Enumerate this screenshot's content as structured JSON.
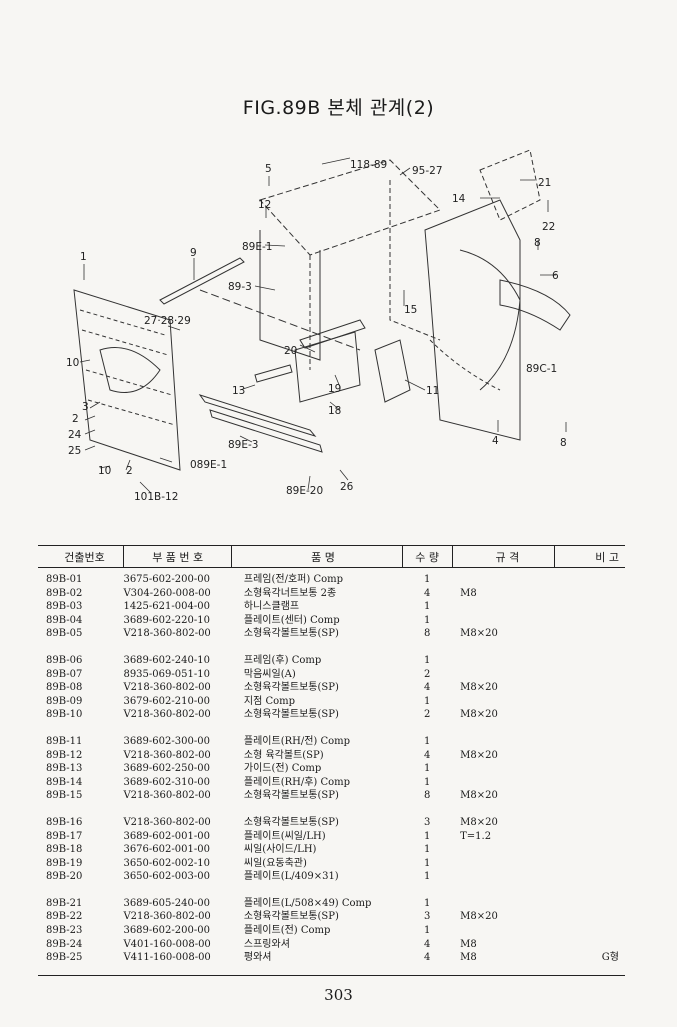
{
  "title": "FIG.89B 본체 관계(2)",
  "headers": [
    "건출번호",
    "부 품 번 호",
    "품 명",
    "수 량",
    "규 격",
    "비 고"
  ],
  "diagram_labels": [
    "5",
    "118-89",
    "95-27",
    "21",
    "14",
    "12",
    "22",
    "8",
    "9",
    "1",
    "89E-1",
    "6",
    "89-3",
    "15",
    "27·28·29",
    "20",
    "89C-1",
    "10",
    "11",
    "13",
    "3",
    "19",
    "18",
    "2",
    "24",
    "4",
    "8",
    "89E-3",
    "25",
    "089E-1",
    "10",
    "2",
    "26",
    "101B-12",
    "89E-20"
  ],
  "groups": [
    [
      {
        "code": "89B-01",
        "part": "3675-602-200-00",
        "name": "프레임(전/호퍼) Comp",
        "qty": "1",
        "spec": "",
        "note": ""
      },
      {
        "code": "89B-02",
        "part": "V304-260-008-00",
        "name": "소형육각너트보통 2종",
        "qty": "4",
        "spec": "M8",
        "note": ""
      },
      {
        "code": "89B-03",
        "part": "1425-621-004-00",
        "name": "하니스클램프",
        "qty": "1",
        "spec": "",
        "note": ""
      },
      {
        "code": "89B-04",
        "part": "3689-602-220-10",
        "name": "플레이트(센터) Comp",
        "qty": "1",
        "spec": "",
        "note": ""
      },
      {
        "code": "89B-05",
        "part": "V218-360-802-00",
        "name": "소형육각볼트보통(SP)",
        "qty": "8",
        "spec": "M8×20",
        "note": ""
      }
    ],
    [
      {
        "code": "89B-06",
        "part": "3689-602-240-10",
        "name": "프레임(후) Comp",
        "qty": "1",
        "spec": "",
        "note": ""
      },
      {
        "code": "89B-07",
        "part": "8935-069-051-10",
        "name": "막음씨일(A)",
        "qty": "2",
        "spec": "",
        "note": ""
      },
      {
        "code": "89B-08",
        "part": "V218-360-802-00",
        "name": "소형육각볼트보통(SP)",
        "qty": "4",
        "spec": "M8×20",
        "note": ""
      },
      {
        "code": "89B-09",
        "part": "3679-602-210-00",
        "name": "지점 Comp",
        "qty": "1",
        "spec": "",
        "note": ""
      },
      {
        "code": "89B-10",
        "part": "V218-360-802-00",
        "name": "소형육각볼트보통(SP)",
        "qty": "2",
        "spec": "M8×20",
        "note": ""
      }
    ],
    [
      {
        "code": "89B-11",
        "part": "3689-602-300-00",
        "name": "플레이트(RH/전) Comp",
        "qty": "1",
        "spec": "",
        "note": ""
      },
      {
        "code": "89B-12",
        "part": "V218-360-802-00",
        "name": "소형 육각볼트(SP)",
        "qty": "4",
        "spec": "M8×20",
        "note": ""
      },
      {
        "code": "89B-13",
        "part": "3689-602-250-00",
        "name": "가이드(전) Comp",
        "qty": "1",
        "spec": "",
        "note": ""
      },
      {
        "code": "89B-14",
        "part": "3689-602-310-00",
        "name": "플레이트(RH/후) Comp",
        "qty": "1",
        "spec": "",
        "note": ""
      },
      {
        "code": "89B-15",
        "part": "V218-360-802-00",
        "name": "소형육각볼트보통(SP)",
        "qty": "8",
        "spec": "M8×20",
        "note": ""
      }
    ],
    [
      {
        "code": "89B-16",
        "part": "V218-360-802-00",
        "name": "소형육각볼트보통(SP)",
        "qty": "3",
        "spec": "M8×20",
        "note": ""
      },
      {
        "code": "89B-17",
        "part": "3689-602-001-00",
        "name": "플레이트(씨일/LH)",
        "qty": "1",
        "spec": "T=1.2",
        "note": ""
      },
      {
        "code": "89B-18",
        "part": "3676-602-001-00",
        "name": "씨일(사이드/LH)",
        "qty": "1",
        "spec": "",
        "note": ""
      },
      {
        "code": "89B-19",
        "part": "3650-602-002-10",
        "name": "씨일(요동축관)",
        "qty": "1",
        "spec": "",
        "note": ""
      },
      {
        "code": "89B-20",
        "part": "3650-602-003-00",
        "name": "플레이트(L/409×31)",
        "qty": "1",
        "spec": "",
        "note": ""
      }
    ],
    [
      {
        "code": "89B-21",
        "part": "3689-605-240-00",
        "name": "플레이트(L/508×49) Comp",
        "qty": "1",
        "spec": "",
        "note": ""
      },
      {
        "code": "89B-22",
        "part": "V218-360-802-00",
        "name": "소형육각볼트보통(SP)",
        "qty": "3",
        "spec": "M8×20",
        "note": ""
      },
      {
        "code": "89B-23",
        "part": "3689-602-200-00",
        "name": "플레이트(전) Comp",
        "qty": "1",
        "spec": "",
        "note": ""
      },
      {
        "code": "89B-24",
        "part": "V401-160-008-00",
        "name": "스프링와셔",
        "qty": "4",
        "spec": "M8",
        "note": ""
      },
      {
        "code": "89B-25",
        "part": "V411-160-008-00",
        "name": "평와셔",
        "qty": "4",
        "spec": "M8",
        "note": "G형"
      }
    ]
  ],
  "page_number": "303"
}
